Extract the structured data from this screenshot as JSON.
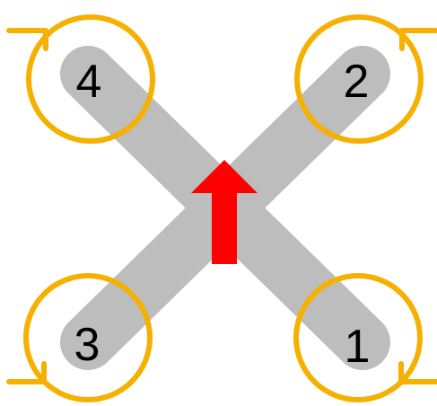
{
  "diagram": {
    "colors": {
      "frame": "#bdbdbd",
      "rotation": "#f5b000",
      "direction_arrow": "#ff0000",
      "label": "#000000",
      "background": "#ffffff"
    },
    "motors": [
      {
        "label": "1",
        "position": "bottom-right",
        "rotation": "clockwise"
      },
      {
        "label": "2",
        "position": "top-right",
        "rotation": "counter-clockwise"
      },
      {
        "label": "3",
        "position": "bottom-left",
        "rotation": "counter-clockwise"
      },
      {
        "label": "4",
        "position": "top-left",
        "rotation": "clockwise"
      }
    ],
    "direction_arrow": {
      "icon": "arrow-up-icon",
      "meaning": "forward"
    }
  }
}
